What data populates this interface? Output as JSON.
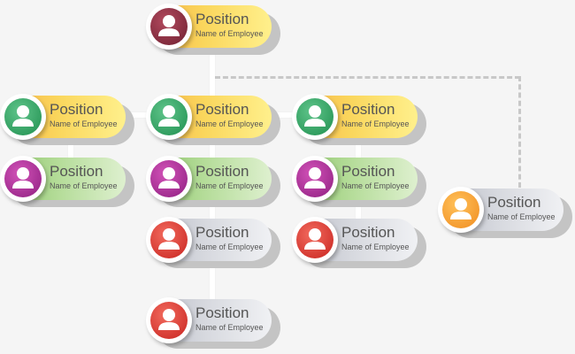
{
  "colors": {
    "background": "#f5f5f5",
    "pill_yellow": "#fad65c",
    "pill_green": "#b4dc98",
    "pill_gray": "#d6d8de",
    "avatar_maroon": "#8a2a3d",
    "avatar_green": "#2fa862",
    "avatar_purple": "#b02fa0",
    "avatar_red": "#e0392f",
    "avatar_orange": "#f5a02f",
    "connector": "#ffffff",
    "dashed_connector": "#c8c8c8"
  },
  "nodes": [
    {
      "id": "ceo",
      "position": "Position",
      "name": "Name of Employee",
      "pill": "yellow",
      "avatar": "maroon",
      "icon": "person-icon"
    },
    {
      "id": "left-manager",
      "position": "Position",
      "name": "Name of Employee",
      "pill": "yellow",
      "avatar": "green",
      "icon": "person-icon"
    },
    {
      "id": "center-manager",
      "position": "Position",
      "name": "Name of Employee",
      "pill": "yellow",
      "avatar": "green",
      "icon": "person-icon"
    },
    {
      "id": "right-manager",
      "position": "Position",
      "name": "Name of Employee",
      "pill": "yellow",
      "avatar": "green",
      "icon": "person-icon"
    },
    {
      "id": "left-staff",
      "position": "Position",
      "name": "Name of Employee",
      "pill": "green",
      "avatar": "purple",
      "icon": "person-icon"
    },
    {
      "id": "center-staff",
      "position": "Position",
      "name": "Name of Employee",
      "pill": "green",
      "avatar": "purple",
      "icon": "person-icon"
    },
    {
      "id": "right-staff",
      "position": "Position",
      "name": "Name of Employee",
      "pill": "green",
      "avatar": "purple",
      "icon": "person-icon"
    },
    {
      "id": "assistant",
      "position": "Position",
      "name": "Name of Employee",
      "pill": "gray",
      "avatar": "orange",
      "icon": "person-icon"
    },
    {
      "id": "center-junior",
      "position": "Position",
      "name": "Name of Employee",
      "pill": "gray",
      "avatar": "red",
      "icon": "person-icon"
    },
    {
      "id": "right-junior",
      "position": "Position",
      "name": "Name of Employee",
      "pill": "gray",
      "avatar": "red",
      "icon": "person-icon"
    },
    {
      "id": "center-trainee",
      "position": "Position",
      "name": "Name of Employee",
      "pill": "gray",
      "avatar": "red",
      "icon": "person-icon"
    }
  ]
}
